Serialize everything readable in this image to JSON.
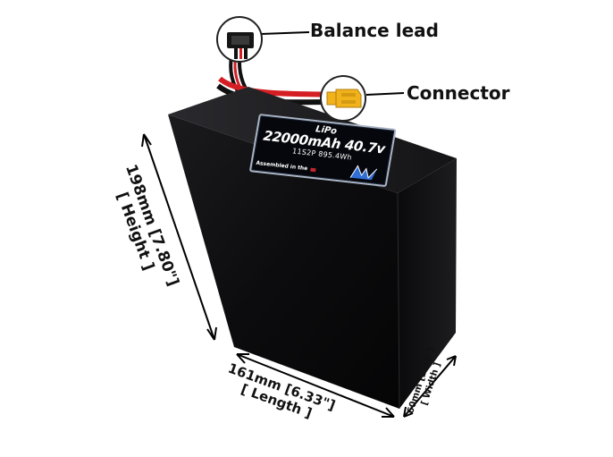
{
  "callouts": {
    "balance_lead": "Balance lead",
    "connector": "Connector"
  },
  "dimensions": {
    "height_value": "198mm [7.80\"]",
    "height_caption": "[ Height ]",
    "length_value": "161mm [6.33\"]",
    "length_caption": "[ Length ]",
    "width_value": "60mm [2.36\"]",
    "width_caption": "[ Width ]"
  },
  "label": {
    "chemistry": "LiPo",
    "capacity_voltage": "22000mAh 40.7v",
    "config_energy": "11S2P 895.4Wh",
    "origin": "Assembled in the"
  },
  "colors": {
    "battery_body": "#0b0b0d",
    "connector_yellow": "#f2b21a",
    "wire_red": "#d41e24",
    "wire_black": "#111111",
    "label_border": "#aab4c4",
    "logo_blue": "#2f6fd6"
  }
}
